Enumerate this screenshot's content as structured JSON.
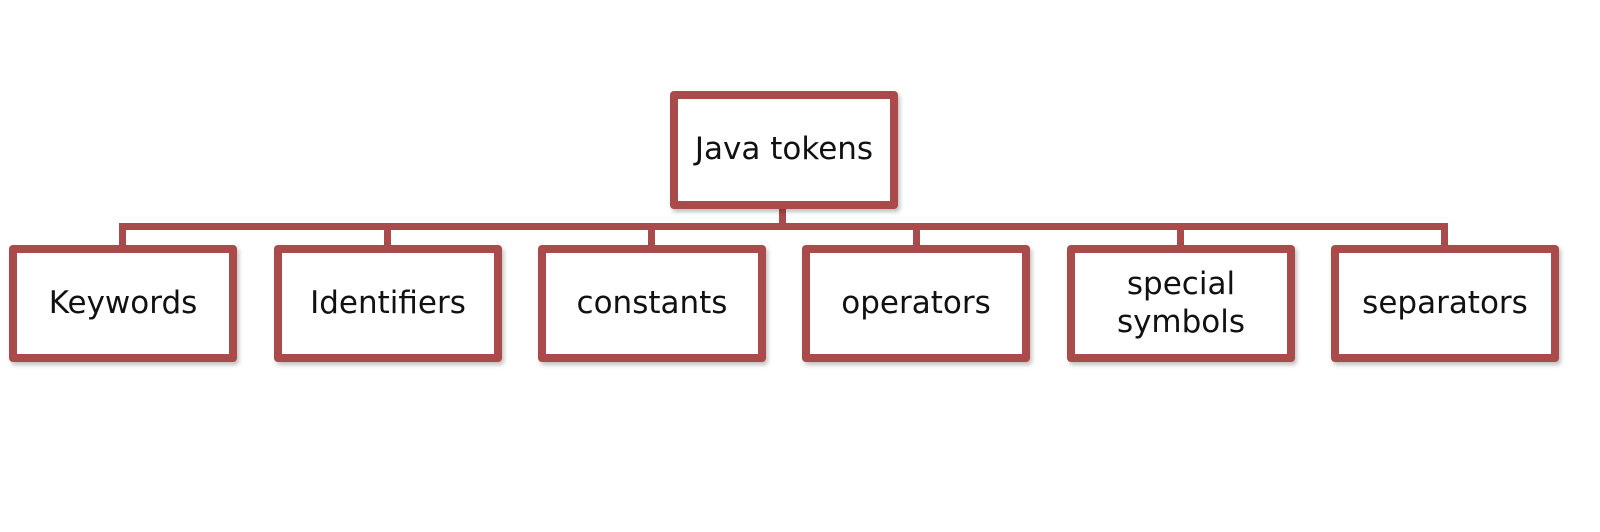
{
  "diagram": {
    "type": "hierarchy",
    "root": {
      "label": "Java tokens"
    },
    "children": [
      {
        "label": "Keywords"
      },
      {
        "label": "Identifiers"
      },
      {
        "label": "constants"
      },
      {
        "label": "operators"
      },
      {
        "label": "special symbols"
      },
      {
        "label": "separators"
      }
    ],
    "colors": {
      "border": "#a94b4b",
      "fill": "#ffffff",
      "text": "#111111"
    }
  }
}
